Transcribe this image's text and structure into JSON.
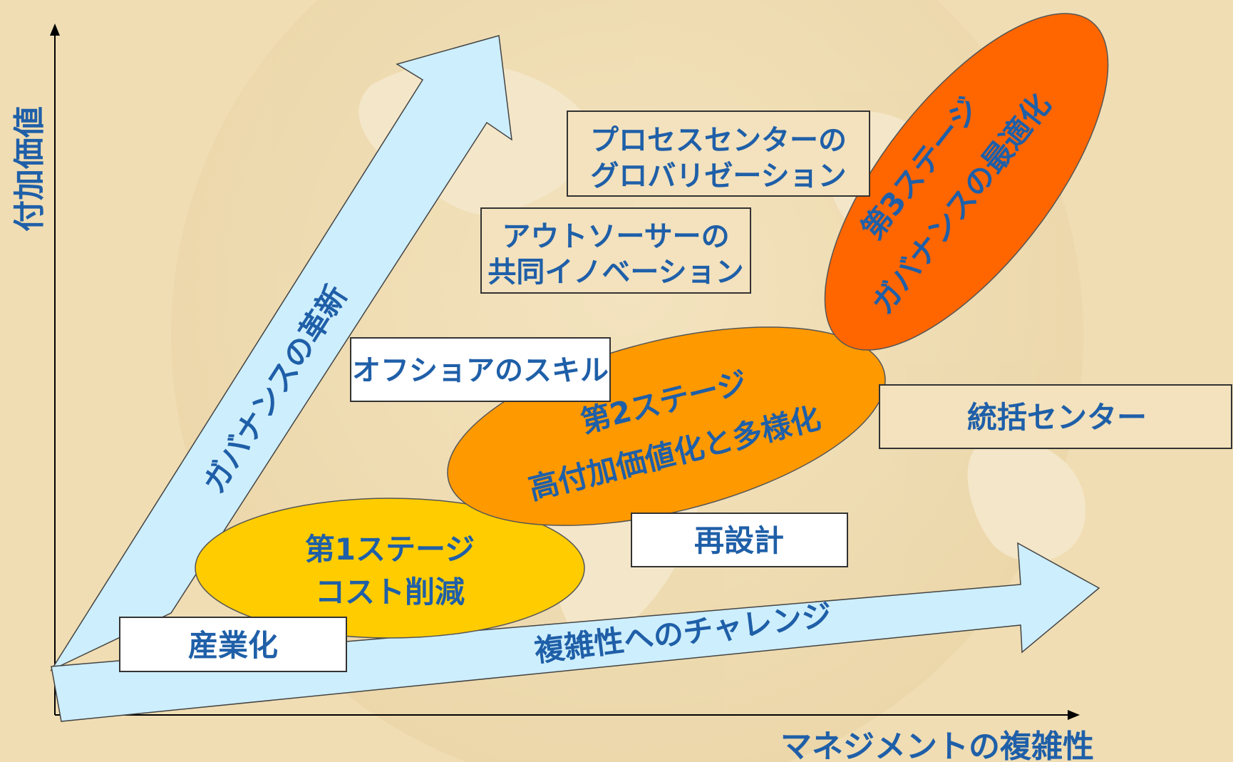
{
  "axes": {
    "y_label": "付加価値",
    "x_label": "マネジメントの複雑性"
  },
  "arrows": {
    "governance": "ガバナンスの革新",
    "complexity": "複雑性へのチャレンジ"
  },
  "stages": {
    "stage1": {
      "line1": "第1ステージ",
      "line2": "コスト削減",
      "color": "#ffcc00"
    },
    "stage2": {
      "line1": "第2ステージ",
      "line2": "高付加価値化と多様化",
      "color": "#ff9900"
    },
    "stage3": {
      "line1": "第3ステージ",
      "line2": "ガバナンスの最適化",
      "color": "#ff6600"
    }
  },
  "boxes": {
    "industrialization": "産業化",
    "redesign": "再設計",
    "offshore_skill": "オフショアのスキル",
    "outsourcer_line1": "アウトソーサーの",
    "outsourcer_line2": "共同イノベーション",
    "process_line1": "プロセスセンターの",
    "process_line2": "グロバリゼーション",
    "integration_center": "統括センター"
  },
  "colors": {
    "background": "#f0ddb3",
    "arrow_fill": "#cdeefc",
    "text_blue": "#1f5fa8"
  }
}
